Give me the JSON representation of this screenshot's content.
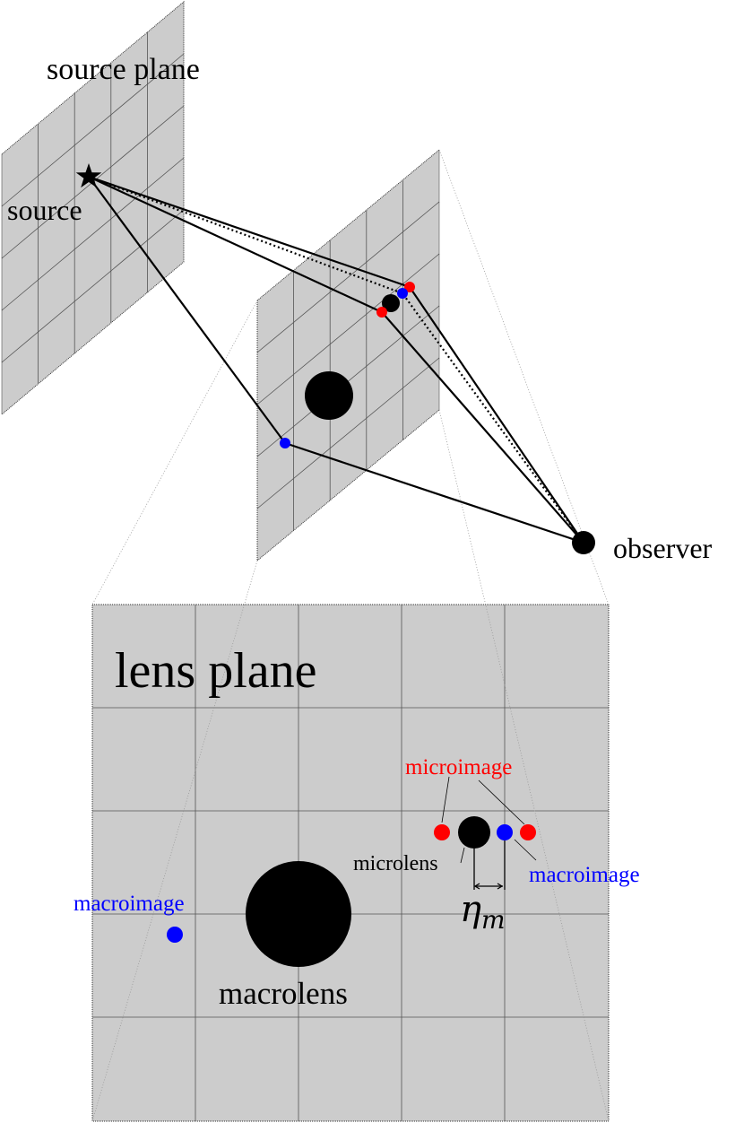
{
  "labels": {
    "source_plane": "source plane",
    "source": "source",
    "observer": "observer",
    "lens_plane": "lens plane",
    "microimage": "microimage",
    "microlens": "microlens",
    "macroimage_right": "macroimage",
    "macroimage_left": "macroimage",
    "macrolens": "macrolens",
    "eta_symbol": "η",
    "eta_subscript": "m"
  },
  "colors": {
    "plane_fill": "#cccccc",
    "grid_line": "#555555",
    "ray": "#000000",
    "microimage": "#ff0000",
    "macroimage": "#0000ff",
    "lens": "#000000"
  },
  "icons": {
    "source_marker": "star-icon"
  }
}
